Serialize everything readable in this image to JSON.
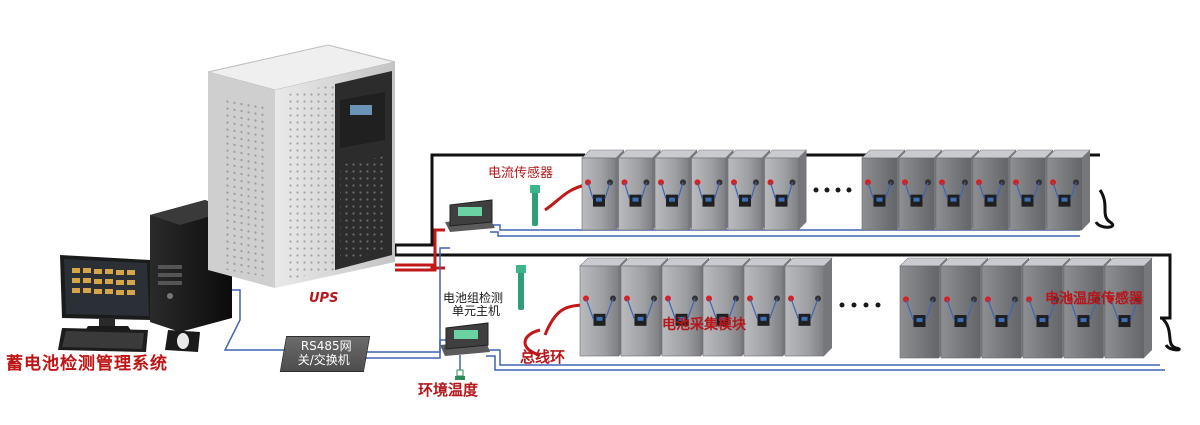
{
  "labels": {
    "system": "蓄电池检测管理系统",
    "ups": "UPS",
    "current_sensor": "电流传感器",
    "gateway_line1": "RS485网",
    "gateway_line2": "关/交换机",
    "unit_host_line1": "电池组检测",
    "unit_host_line2": "单元主机",
    "bus_ring": "总线环",
    "env_temp": "环境温度",
    "collector_module": "电池采集模块",
    "temp_sensor": "电池温度传感器"
  },
  "colors": {
    "battery_body": "#a4a6aa",
    "battery_top": "#c9cbce",
    "positive_terminal": "#d81e1e",
    "power_cable": "#111111",
    "signal_cable": "#3f64b4",
    "ups_cabinet": "#d9d9d9",
    "label_red": "#b5171b"
  },
  "icons": {
    "ellipsis_dots": "ellipsis-icon"
  }
}
